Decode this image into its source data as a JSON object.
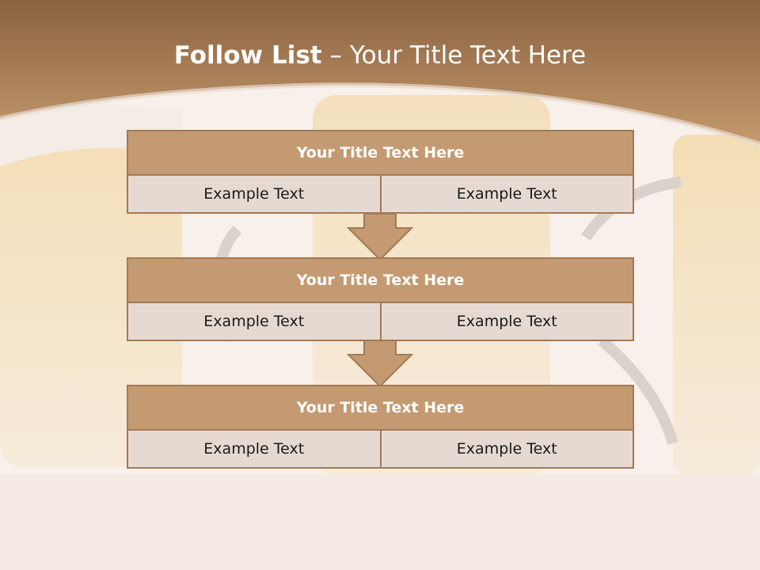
{
  "title": {
    "bold": "Follow List",
    "rest": " – Your Title Text Here"
  },
  "steps": [
    {
      "header": "Your Title Text Here",
      "left": "Example Text",
      "right": "Example Text"
    },
    {
      "header": "Your Title Text Here",
      "left": "Example Text",
      "right": "Example Text"
    },
    {
      "header": "Your Title Text Here",
      "left": "Example Text",
      "right": "Example Text"
    }
  ],
  "colors": {
    "banner": "#b98c62",
    "header_fill": "#c49a72",
    "cell_fill": "#e6d9d1",
    "border": "#a47954"
  }
}
